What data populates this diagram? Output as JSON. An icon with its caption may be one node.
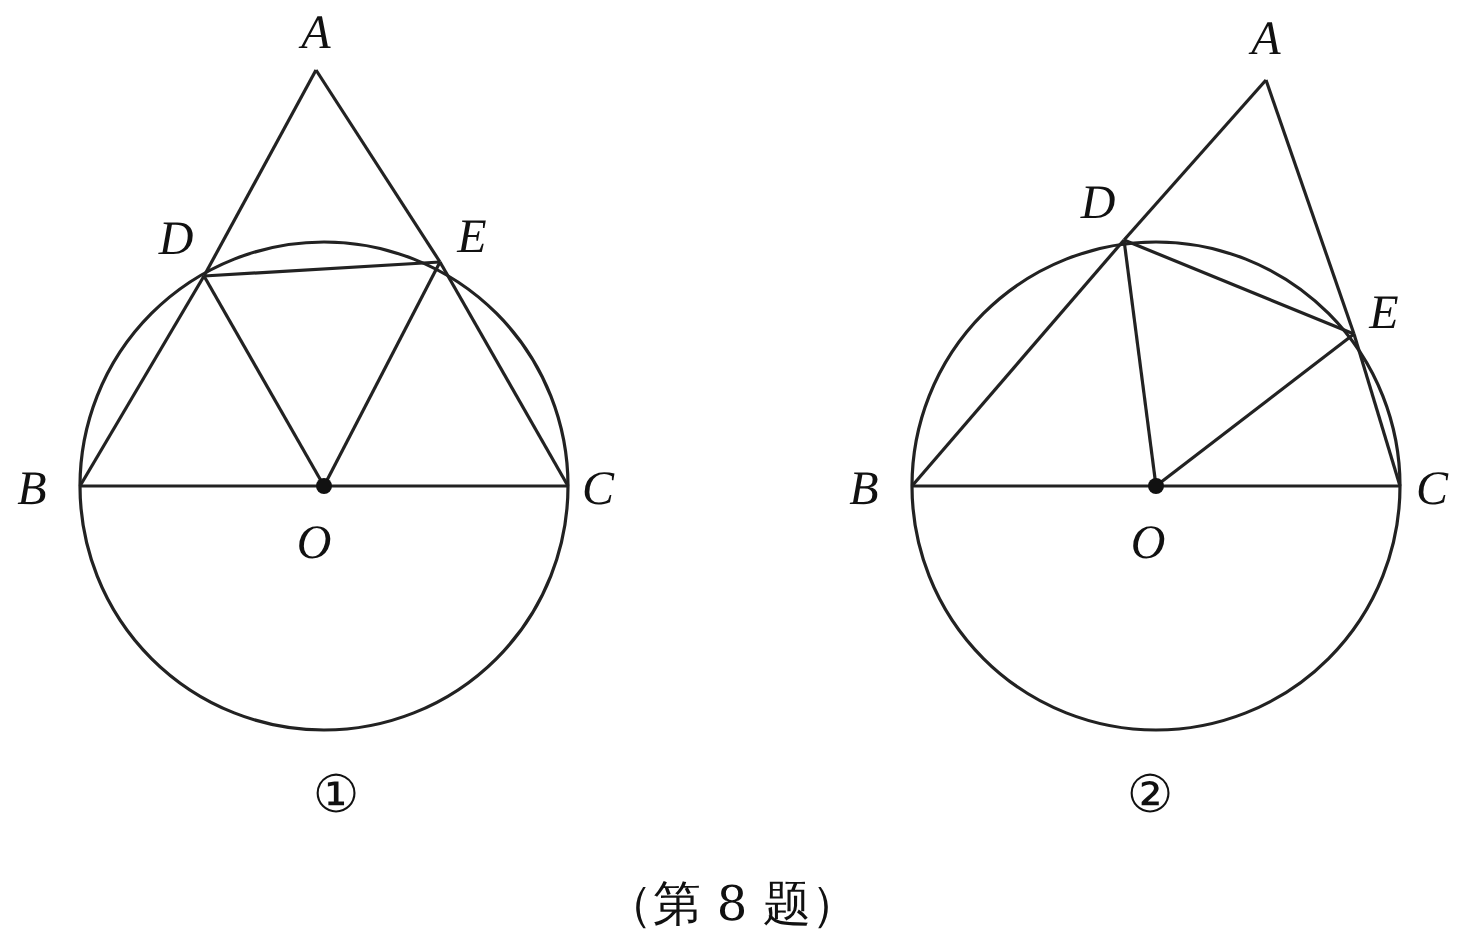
{
  "diagram": {
    "caption": "（第 8 题）",
    "nodes": [
      {
        "text": [
          "A"
        ]
      },
      {
        "text": [
          "D"
        ]
      },
      {
        "text": [
          "E"
        ]
      },
      {
        "text": [
          "B"
        ]
      },
      {
        "text": [
          "O"
        ]
      },
      {
        "text": [
          "C"
        ]
      },
      {
        "text": [
          "A"
        ]
      },
      {
        "text": [
          "D"
        ]
      },
      {
        "text": [
          "E"
        ]
      },
      {
        "text": [
          "B"
        ]
      },
      {
        "text": [
          "O"
        ]
      },
      {
        "text": [
          "C"
        ]
      }
    ],
    "edges": [
      {
        "from": 0,
        "to": 1,
        "arrow": "none"
      },
      {
        "from": 1,
        "to": 3,
        "arrow": "none"
      },
      {
        "from": 0,
        "to": 2,
        "arrow": "none"
      },
      {
        "from": 2,
        "to": 5,
        "arrow": "none"
      },
      {
        "from": 1,
        "to": 2,
        "arrow": "none"
      },
      {
        "from": 1,
        "to": 4,
        "arrow": "none"
      },
      {
        "from": 2,
        "to": 4,
        "arrow": "none"
      },
      {
        "from": 3,
        "to": 4,
        "arrow": "none"
      },
      {
        "from": 4,
        "to": 5,
        "arrow": "none"
      },
      {
        "from": 6,
        "to": 7,
        "arrow": "none"
      },
      {
        "from": 7,
        "to": 9,
        "arrow": "none"
      },
      {
        "from": 6,
        "to": 8,
        "arrow": "none"
      },
      {
        "from": 8,
        "to": 11,
        "arrow": "none"
      },
      {
        "from": 7,
        "to": 8,
        "arrow": "none"
      },
      {
        "from": 7,
        "to": 10,
        "arrow": "none"
      },
      {
        "from": 8,
        "to": 10,
        "arrow": "none"
      },
      {
        "from": 9,
        "to": 10,
        "arrow": "none"
      },
      {
        "from": 10,
        "to": 11,
        "arrow": "none"
      }
    ],
    "labels": [
      "①",
      "②"
    ]
  }
}
